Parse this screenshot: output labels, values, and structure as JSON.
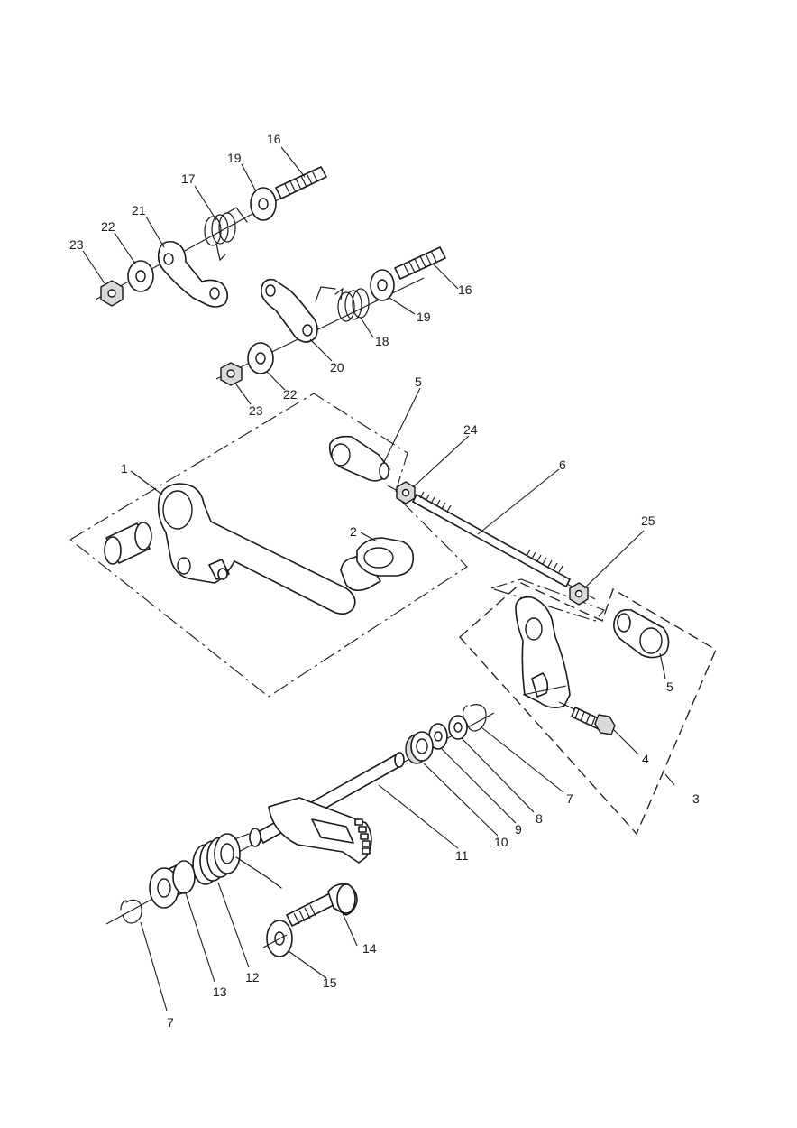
{
  "figure": {
    "callouts": [
      {
        "id": "c1",
        "label": "1"
      },
      {
        "id": "c2",
        "label": "2"
      },
      {
        "id": "c3",
        "label": "3"
      },
      {
        "id": "c4",
        "label": "4"
      },
      {
        "id": "c5a",
        "label": "5"
      },
      {
        "id": "c5b",
        "label": "5"
      },
      {
        "id": "c6",
        "label": "6"
      },
      {
        "id": "c7a",
        "label": "7"
      },
      {
        "id": "c7b",
        "label": "7"
      },
      {
        "id": "c8",
        "label": "8"
      },
      {
        "id": "c9",
        "label": "9"
      },
      {
        "id": "c10",
        "label": "10"
      },
      {
        "id": "c11",
        "label": "11"
      },
      {
        "id": "c12",
        "label": "12"
      },
      {
        "id": "c13",
        "label": "13"
      },
      {
        "id": "c14",
        "label": "14"
      },
      {
        "id": "c15",
        "label": "15"
      },
      {
        "id": "c16a",
        "label": "16"
      },
      {
        "id": "c16b",
        "label": "16"
      },
      {
        "id": "c17",
        "label": "17"
      },
      {
        "id": "c18",
        "label": "18"
      },
      {
        "id": "c19a",
        "label": "19"
      },
      {
        "id": "c19b",
        "label": "19"
      },
      {
        "id": "c20",
        "label": "20"
      },
      {
        "id": "c21",
        "label": "21"
      },
      {
        "id": "c22a",
        "label": "22"
      },
      {
        "id": "c22b",
        "label": "22"
      },
      {
        "id": "c23a",
        "label": "23"
      },
      {
        "id": "c23b",
        "label": "23"
      },
      {
        "id": "c24",
        "label": "24"
      },
      {
        "id": "c25",
        "label": "25"
      }
    ]
  }
}
